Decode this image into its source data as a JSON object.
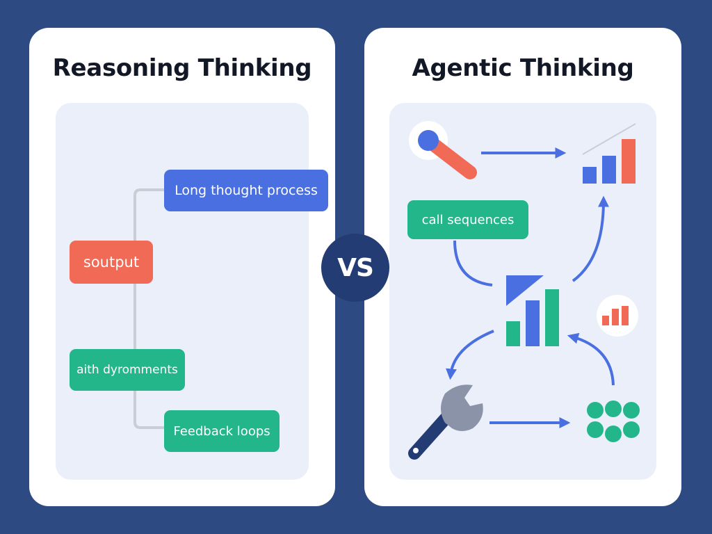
{
  "left_panel": {
    "title": "Reasoning Thinking",
    "nodes": [
      {
        "label": "Long thought process",
        "color": "#4a6fe1"
      },
      {
        "label": "soutput",
        "color": "#f06a55"
      },
      {
        "label": "aith dyromments",
        "color": "#22b68a"
      },
      {
        "label": "Feedback loops",
        "color": "#22b68a"
      }
    ]
  },
  "vs_label": "VS",
  "right_panel": {
    "title": "Agentic Thinking",
    "call_label": "call sequences",
    "icons": [
      "search-tool-icon",
      "bar-chart-icon",
      "triangle-chart-icon",
      "small-bar-chart-icon",
      "wrench-icon",
      "dots-cluster-icon"
    ]
  },
  "colors": {
    "background": "#2d4a82",
    "blue": "#4a6fe1",
    "red": "#f06a55",
    "green": "#22b68a",
    "dark": "#233c73"
  }
}
